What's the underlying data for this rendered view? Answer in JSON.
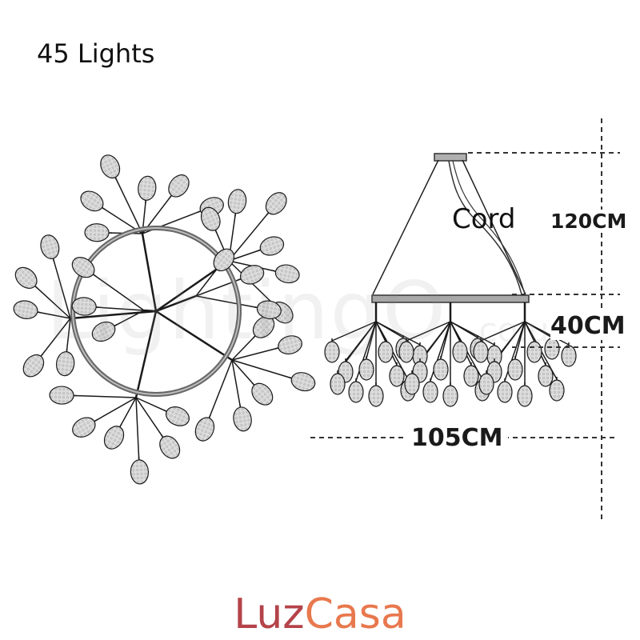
{
  "heading": {
    "light_count": "45 Lights"
  },
  "dimensions": {
    "ceiling_to_frame": "120CM",
    "frame_to_bottom": "40CM",
    "overall_width": "105CM",
    "cord_label": "Cord"
  },
  "watermark": {
    "main": "LightingO",
    "suffix": ".co.uk"
  },
  "brand": {
    "part1": "Luz",
    "part2": "Casa",
    "color1": "#b5434a",
    "color2": "#e8784d"
  },
  "colors": {
    "line": "#1a1a1a",
    "leaf_fill": "#d8d8d8",
    "ring": "#6a6a6a",
    "dash": "#333333"
  }
}
